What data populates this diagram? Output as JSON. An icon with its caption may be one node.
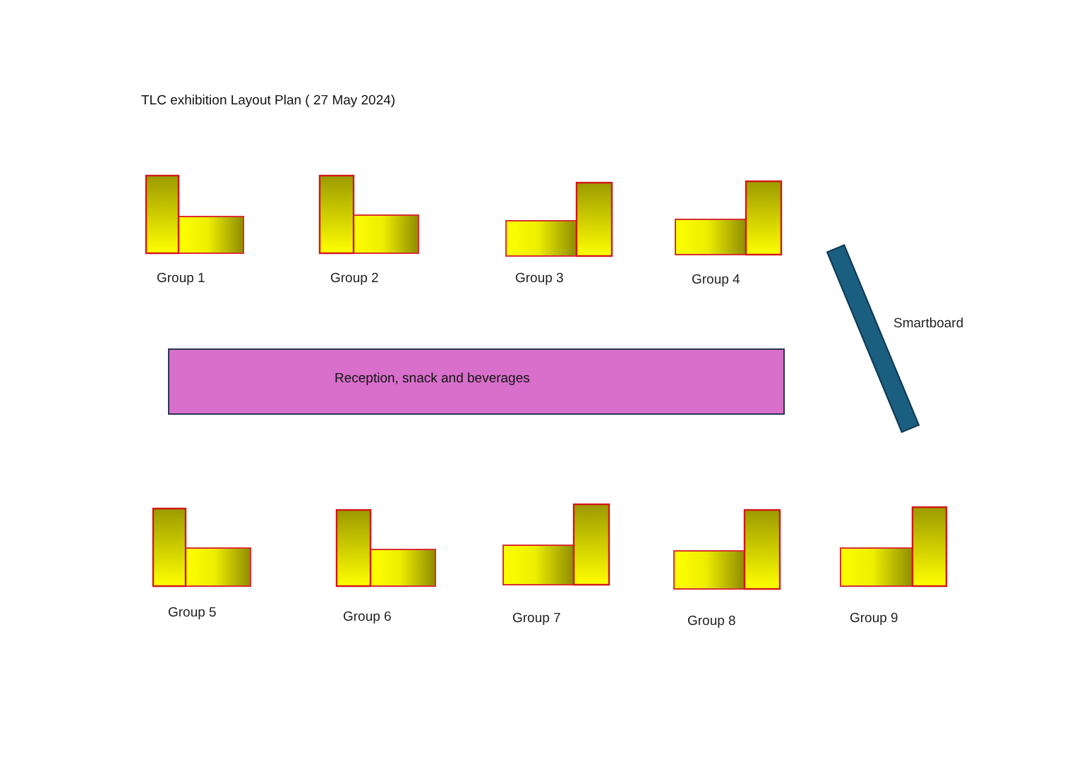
{
  "diagram": {
    "title": "TLC exhibition Layout Plan ( 27 May 2024)",
    "nodes": [
      {
        "text": [
          "Group 1"
        ]
      },
      {
        "text": [
          "Group 2"
        ]
      },
      {
        "text": [
          "Group 3"
        ]
      },
      {
        "text": [
          "Group 4"
        ]
      },
      {
        "text": [
          "Reception, snack and beverages"
        ]
      },
      {
        "text": [],
        "shape": "bar",
        "beside": [
          "Smartboard"
        ]
      },
      {
        "text": [
          "Group 5"
        ]
      },
      {
        "text": [
          "Group 6"
        ]
      },
      {
        "text": [
          "Group 7"
        ]
      },
      {
        "text": [
          "Group 8"
        ]
      },
      {
        "text": [
          "Group 9"
        ]
      }
    ]
  }
}
